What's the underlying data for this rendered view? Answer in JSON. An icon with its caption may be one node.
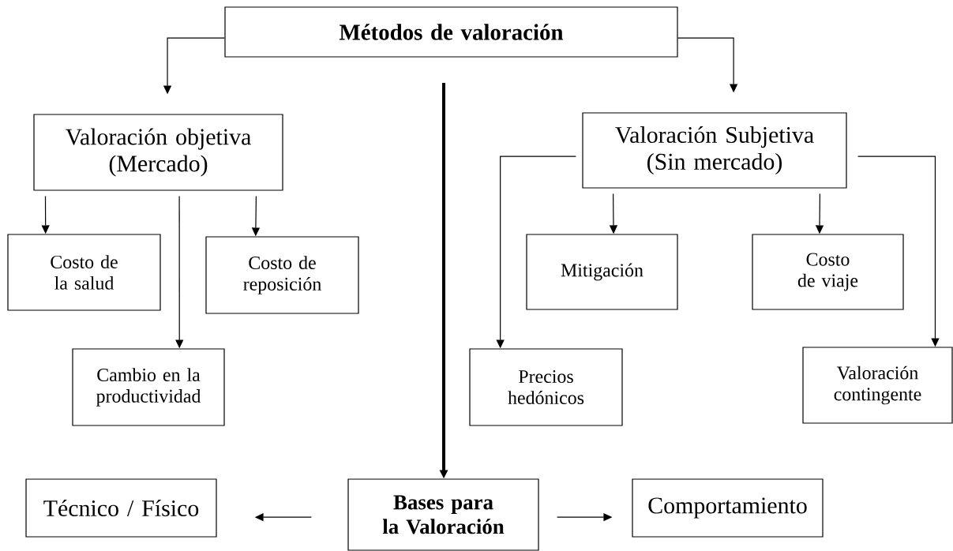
{
  "diagram": {
    "nodes": [
      {
        "text": [
          "Métodos de valoración"
        ]
      },
      {
        "text": [
          "Valoración objetiva (Mercado)"
        ]
      },
      {
        "text": [
          "Valoración Subjetiva (Sin mercado)"
        ]
      },
      {
        "text": [
          "Costo de la salud"
        ]
      },
      {
        "text": [
          "Costo de reposición"
        ]
      },
      {
        "text": [
          "Mitigación"
        ]
      },
      {
        "text": [
          "Costo de viaje"
        ]
      },
      {
        "text": [
          "Cambio en la productividad"
        ]
      },
      {
        "text": [
          "Precios hedónicos"
        ]
      },
      {
        "text": [
          "Valoración contingente"
        ]
      },
      {
        "text": [
          "Técnico / Físico"
        ]
      },
      {
        "text": [
          "Bases para la Valoración"
        ]
      },
      {
        "text": [
          "Comportamiento"
        ]
      }
    ],
    "edges": [
      {
        "from": 0,
        "to": 1,
        "arrow": "to"
      },
      {
        "from": 0,
        "to": 2,
        "arrow": "to"
      },
      {
        "from": null,
        "to": 11,
        "arrow": "to",
        "style": "thick"
      },
      {
        "from": 1,
        "to": 3,
        "arrow": "to"
      },
      {
        "from": 1,
        "to": 7,
        "arrow": "to"
      },
      {
        "from": 1,
        "to": 4,
        "arrow": "to"
      },
      {
        "from": 2,
        "to": 8,
        "arrow": "to"
      },
      {
        "from": 2,
        "to": 5,
        "arrow": "to"
      },
      {
        "from": 2,
        "to": 6,
        "arrow": "to"
      },
      {
        "from": 2,
        "to": 9,
        "arrow": "to"
      },
      {
        "from": 11,
        "to": 10,
        "arrow": "to"
      },
      {
        "from": 11,
        "to": 12,
        "arrow": "to"
      }
    ]
  }
}
